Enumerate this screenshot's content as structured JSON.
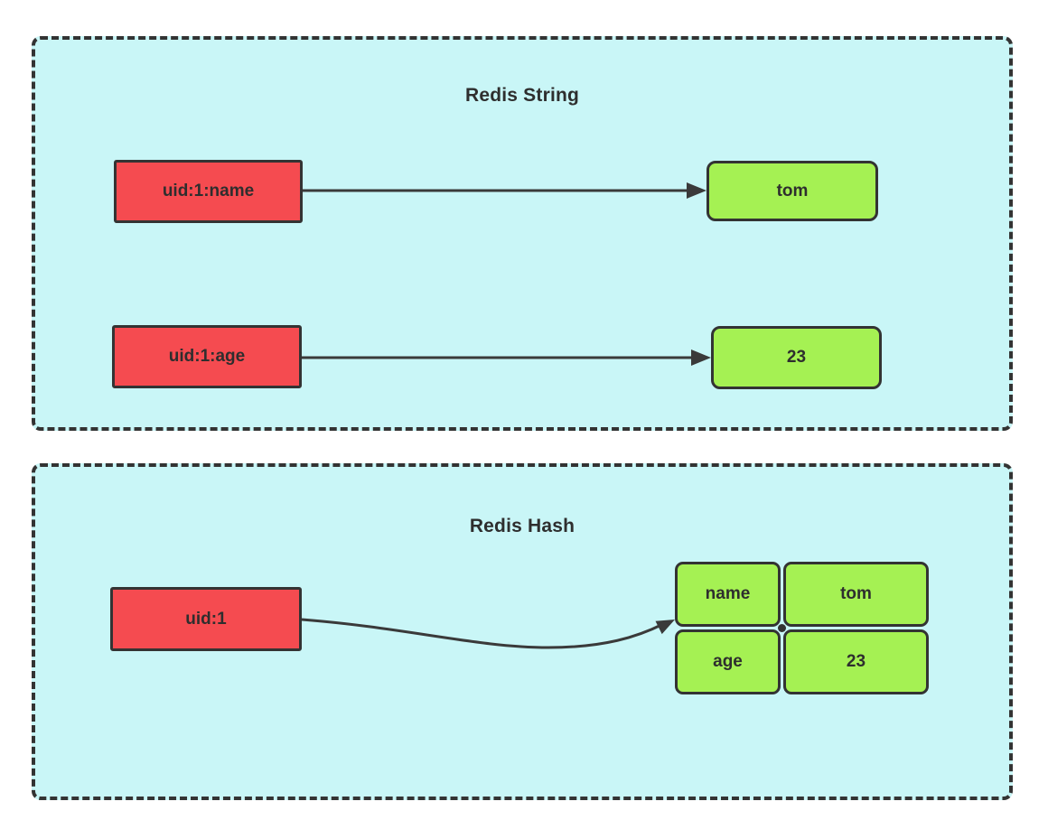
{
  "colors": {
    "panel_bg": "#c9f6f7",
    "panel_border": "#333333",
    "key_fill": "#f54b50",
    "value_fill": "#a5f153",
    "box_border": "#333333",
    "arrow": "#3a3a3a",
    "text": "#2e2e2e",
    "page_bg": "#ffffff"
  },
  "sections": [
    {
      "title": "Redis String",
      "rows": [
        {
          "key": "uid:1:name",
          "value": "tom"
        },
        {
          "key": "uid:1:age",
          "value": "23"
        }
      ]
    },
    {
      "title": "Redis Hash",
      "key": "uid:1",
      "fields": [
        {
          "field": "name",
          "value": "tom"
        },
        {
          "field": "age",
          "value": "23"
        }
      ]
    }
  ]
}
